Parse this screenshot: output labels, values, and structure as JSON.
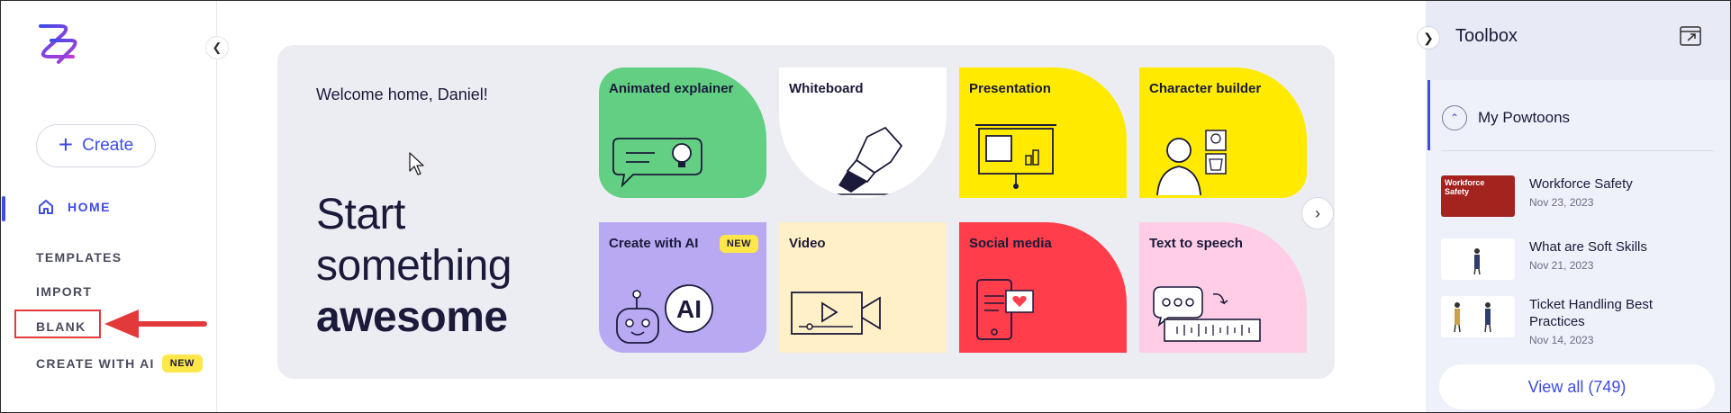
{
  "sidebar": {
    "create_label": "Create",
    "nav": {
      "home": "HOME",
      "templates": "TEMPLATES",
      "import": "IMPORT",
      "blank": "BLANK",
      "create_with_ai": "CREATE WITH AI",
      "create_with_ai_badge": "NEW"
    }
  },
  "hero": {
    "welcome": "Welcome home, Daniel!",
    "headline_line1": "Start",
    "headline_line2": "something",
    "headline_line3": "awesome",
    "tiles": [
      {
        "label": "Animated explainer",
        "color": "#62cf82",
        "icon": "speech-bubble-lightbulb-icon"
      },
      {
        "label": "Whiteboard",
        "color": "#ffffff",
        "icon": "marker-icon"
      },
      {
        "label": "Presentation",
        "color": "#ffea00",
        "icon": "presentation-board-icon"
      },
      {
        "label": "Character builder",
        "color": "#ffea00",
        "icon": "character-icon"
      },
      {
        "label": "Create with AI",
        "color": "#b9a8f2",
        "icon": "ai-robot-icon",
        "badge": "NEW"
      },
      {
        "label": "Video",
        "color": "#fff0c7",
        "icon": "video-camera-icon"
      },
      {
        "label": "Social media",
        "color": "#ff3d4b",
        "icon": "phone-heart-icon"
      },
      {
        "label": "Text to speech",
        "color": "#ffcde6",
        "icon": "speech-wave-icon"
      }
    ],
    "ai_badge": "NEW"
  },
  "toolbox": {
    "title": "Toolbox",
    "section_label": "My Powtoons",
    "projects": [
      {
        "title": "Workforce Safety",
        "date": "Nov 23, 2023",
        "thumb_text": "Workforce Safety"
      },
      {
        "title": "What are Soft Skills",
        "date": "Nov 21, 2023"
      },
      {
        "title": "Ticket Handling Best Practices",
        "date": "Nov 14, 2023"
      }
    ],
    "view_all": "View all (749)"
  },
  "colors": {
    "accent": "#3d4ce6",
    "annotation_red": "#e23a3a",
    "badge_yellow": "#ffe74a"
  }
}
